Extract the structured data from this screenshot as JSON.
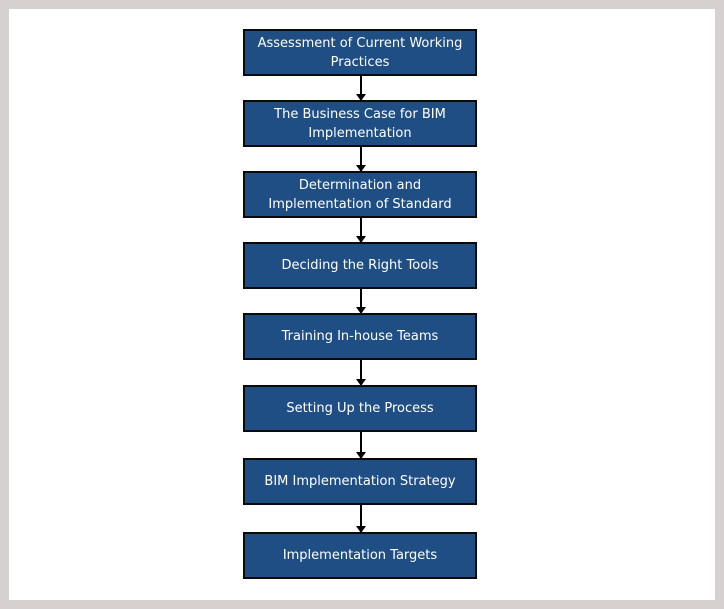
{
  "flowchart": {
    "steps": [
      "Assessment of Current Working Practices",
      "The Business Case for BIM Implementation",
      "Determination and Implementation of Standard",
      "Deciding the Right Tools",
      "Training In-house Teams",
      "Setting Up the Process",
      "BIM Implementation Strategy",
      "Implementation Targets"
    ]
  },
  "colors": {
    "box_fill": "#1f4e84",
    "box_border": "#0a0a0a",
    "frame": "#d6d0d0"
  }
}
